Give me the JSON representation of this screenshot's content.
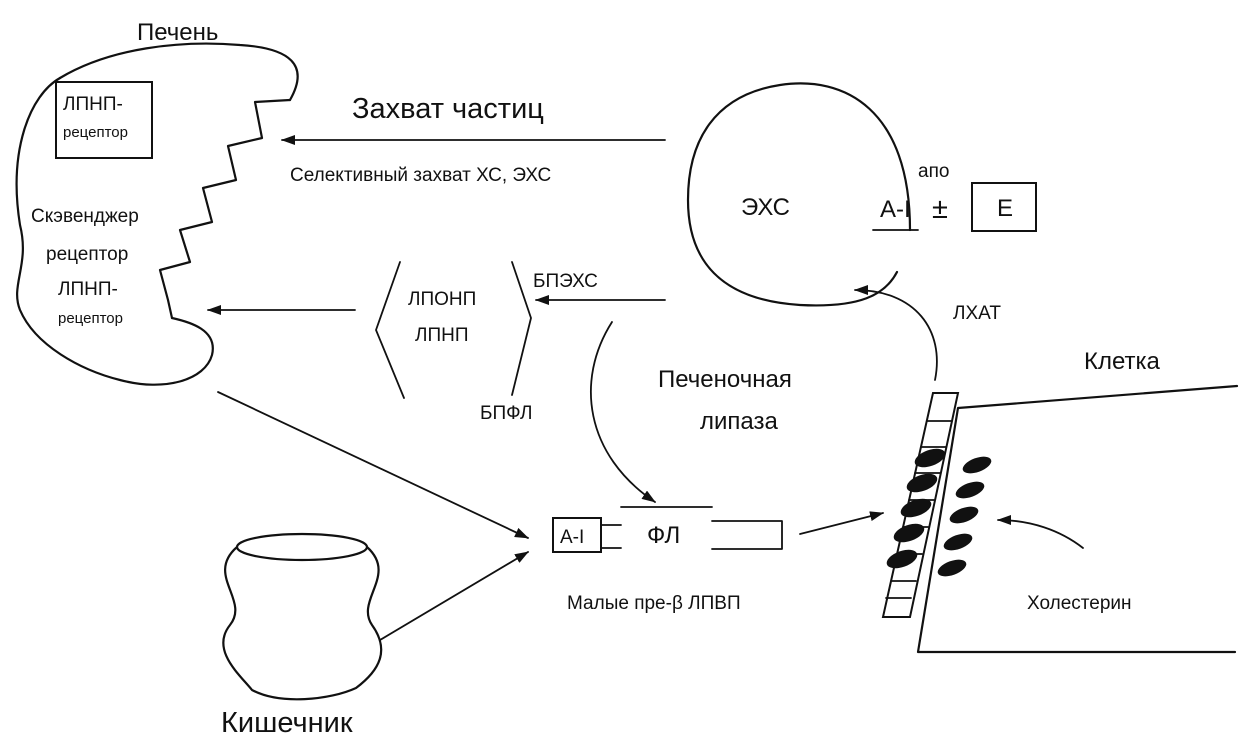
{
  "labels": {
    "liver": "Печень",
    "ldl_receptor_top_1": "ЛПНП-",
    "ldl_receptor_top_2": "рецептор",
    "scavenger_1": "Скэвенджер",
    "scavenger_2": "рецептор",
    "ldl_receptor_mid_1": "ЛПНП-",
    "ldl_receptor_mid_2": "рецептор",
    "particle_uptake": "Захват частиц",
    "selective_uptake": "Селективный захват ХС, ЭХС",
    "cholesteryl_esters": "ЭХС",
    "apo": "апо",
    "apo_ai": "A-I",
    "plus_minus": "±",
    "apo_e": "E",
    "vldl": "ЛПОНП",
    "ldl": "ЛПНП",
    "cetp": "БПЭХС",
    "pltp": "БПФЛ",
    "lcat": "ЛХАТ",
    "hepatic_lipase_1": "Печеночная",
    "hepatic_lipase_2": "липаза",
    "cell": "Клетка",
    "cholesterol": "Холестерин",
    "small_ai": "A-I",
    "phospholipid": "ФЛ",
    "small_pre_beta_hdl": "Малые пре-β ЛПВП",
    "intestine": "Кишечник"
  },
  "colors": {
    "ink": "#111111",
    "background": "#ffffff"
  },
  "shapes": {
    "liver": "irregular-organ-outline-with-sawtooth-edge",
    "intestine": "stacked-tube-outline",
    "hdl_particle": "open-arc",
    "cell": "parallelogram-with-membrane-strip",
    "cholesterol_blobs": "black-ellipses"
  }
}
